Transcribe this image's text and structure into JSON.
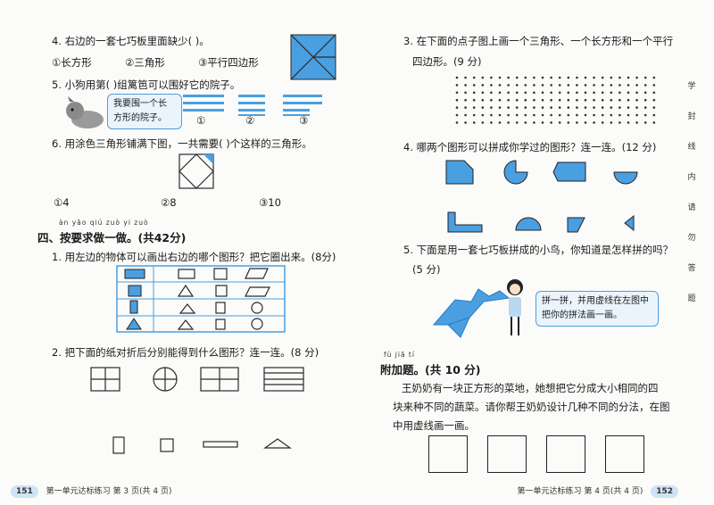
{
  "left": {
    "q4": {
      "text": "4. 右边的一套七巧板里面缺少(     )。",
      "opts": [
        "①长方形",
        "②三角形",
        "③平行四边形"
      ]
    },
    "q5": {
      "text": "5. 小狗用第(    )组篱笆可以围好它的院子。",
      "speech1": "我要围一个长",
      "speech2": "方形的院子。",
      "labels": [
        "①",
        "②",
        "③"
      ]
    },
    "q6": {
      "text": "6. 用涂色三角形铺满下图，一共需要(    )个这样的三角形。",
      "opts": [
        "①4",
        "②8",
        "③10"
      ]
    },
    "sec4": {
      "pinyin": "àn yāo qiú zuò yi zuò",
      "title": "四、按要求做一做。(共42分)"
    },
    "s1": {
      "text": "1. 用左边的物体可以画出右边的哪个图形？把它圈出来。(8分)"
    },
    "s2": {
      "text": "2. 把下面的纸对折后分别能得到什么图形？连一连。(8 分)"
    },
    "footer": {
      "num": "151",
      "text": "第一单元达标练习   第 3 页(共 4 页)"
    }
  },
  "right": {
    "r3": {
      "line1": "3. 在下面的点子图上画一个三角形、一个长方形和一个平行",
      "line2": "四边形。(9 分)"
    },
    "r4": {
      "text": "4. 哪两个图形可以拼成你学过的图形？连一连。(12 分)"
    },
    "r5": {
      "line1": "5. 下面是用一套七巧板拼成的小鸟，你知道是怎样拼的吗？",
      "line2": "(5 分)",
      "speech1": "拼一拼，并用虚线在左图中",
      "speech2": "把你的拼法画一画。"
    },
    "extra": {
      "pinyin": "fù jiā tí",
      "title": "附加题。(共 10 分)",
      "line1": "王奶奶有一块正方形的菜地，她想把它分成大小相同的四",
      "line2": "块来种不同的蔬菜。请你帮王奶奶设计几种不同的分法，在图",
      "line3": "中用虚线画一画。"
    },
    "margin": [
      "学",
      "封",
      "线",
      "内",
      "",
      "请",
      "勿",
      "",
      "答",
      "题"
    ],
    "footer": {
      "text": "第一单元达标练习   第 4 页(共 4 页)",
      "num": "152"
    }
  },
  "colors": {
    "accent": "#4a9fe0",
    "light": "#eaf4fd"
  }
}
